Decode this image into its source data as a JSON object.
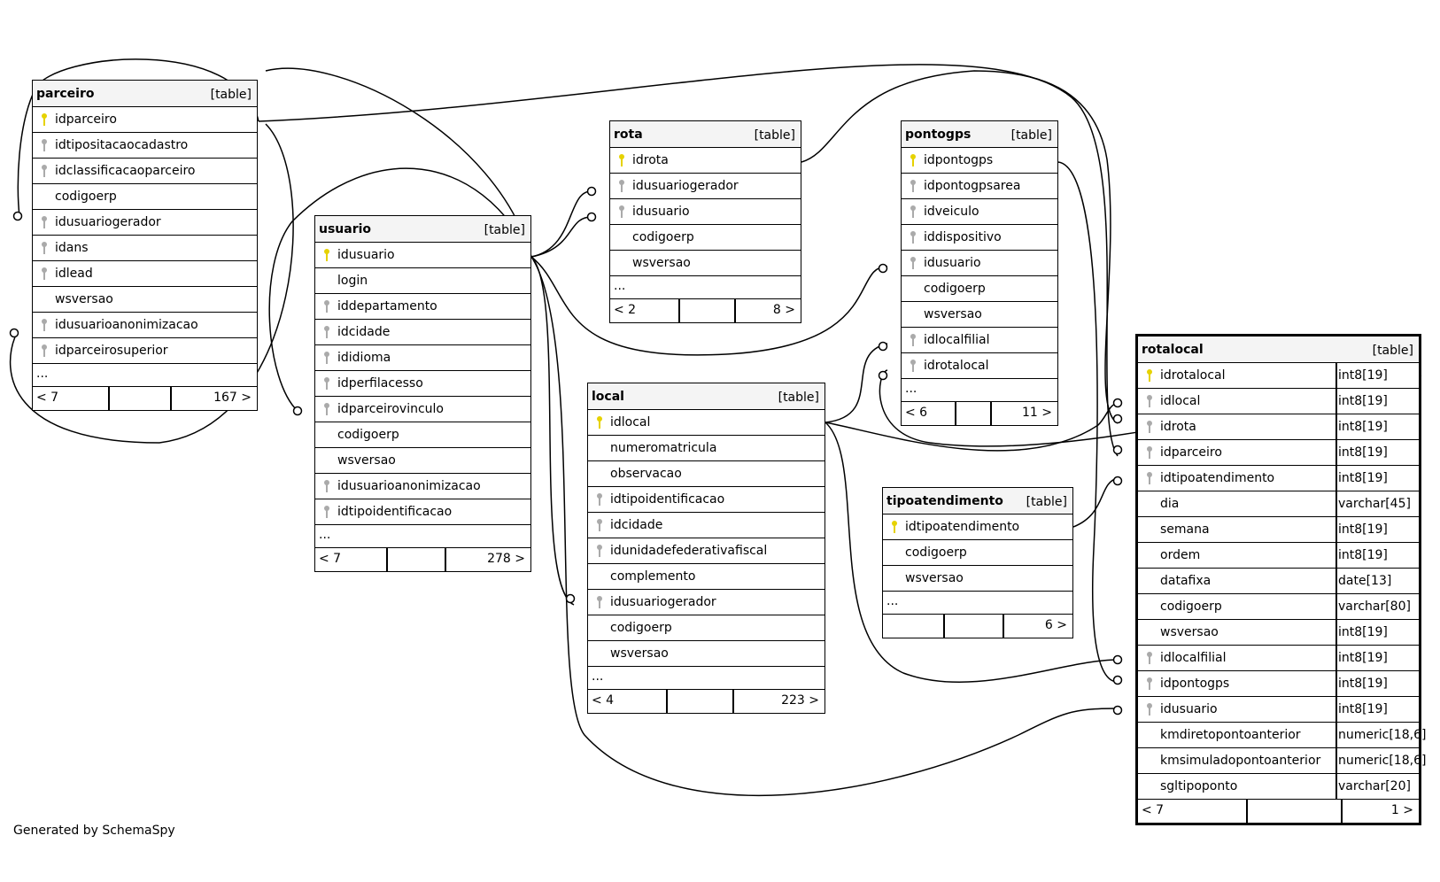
{
  "footer_text": "Generated by SchemaSpy",
  "tables": [
    {
      "id": "parceiro",
      "name": "parceiro",
      "type_label": "[table]",
      "columns": [
        {
          "name": "idparceiro",
          "key": "pk"
        },
        {
          "name": "idtipositacaocadastro_",
          "key": "fk"
        },
        {
          "name": "idclassificacaoparceiro",
          "key": "fk"
        },
        {
          "name": "codigoerp",
          "key": ""
        },
        {
          "name": "idusuariogerador",
          "key": "fk"
        },
        {
          "name": "idans",
          "key": "fk"
        },
        {
          "name": "idlead",
          "key": "fk"
        },
        {
          "name": "wsversao",
          "key": ""
        },
        {
          "name": "idusuarioanonimizacao",
          "key": "fk"
        },
        {
          "name": "idparceirosuperior",
          "key": "fk"
        }
      ],
      "ellipsis": "...",
      "footer": {
        "left": "< 7",
        "right": "167 >"
      }
    },
    {
      "id": "usuario",
      "name": "usuario",
      "type_label": "[table]",
      "columns": [
        {
          "name": "idusuario",
          "key": "pk"
        },
        {
          "name": "login",
          "key": ""
        },
        {
          "name": "iddepartamento",
          "key": "fk"
        },
        {
          "name": "idcidade",
          "key": "fk"
        },
        {
          "name": "ididioma",
          "key": "fk"
        },
        {
          "name": "idperfilacesso",
          "key": "fk"
        },
        {
          "name": "idparceirovinculo",
          "key": "fk"
        },
        {
          "name": "codigoerp",
          "key": ""
        },
        {
          "name": "wsversao",
          "key": ""
        },
        {
          "name": "idusuarioanonimizacao",
          "key": "fk"
        },
        {
          "name": "idtipoidentificacao",
          "key": "fk"
        }
      ],
      "ellipsis": "...",
      "footer": {
        "left": "< 7",
        "right": "278 >"
      }
    },
    {
      "id": "rota",
      "name": "rota",
      "type_label": "[table]",
      "columns": [
        {
          "name": "idrota",
          "key": "pk"
        },
        {
          "name": "idusuariogerador",
          "key": "fk"
        },
        {
          "name": "idusuario",
          "key": "fk"
        },
        {
          "name": "codigoerp",
          "key": ""
        },
        {
          "name": "wsversao",
          "key": ""
        }
      ],
      "ellipsis": "...",
      "footer": {
        "left": "< 2",
        "right": "8 >"
      }
    },
    {
      "id": "pontogps",
      "name": "pontogps",
      "type_label": "[table]",
      "columns": [
        {
          "name": "idpontogps",
          "key": "pk"
        },
        {
          "name": "idpontogpsarea",
          "key": "fk"
        },
        {
          "name": "idveiculo",
          "key": "fk"
        },
        {
          "name": "iddispositivo",
          "key": "fk"
        },
        {
          "name": "idusuario",
          "key": "fk"
        },
        {
          "name": "codigoerp",
          "key": ""
        },
        {
          "name": "wsversao",
          "key": ""
        },
        {
          "name": "idlocalfilial",
          "key": "fk"
        },
        {
          "name": "idrotalocal",
          "key": "fk"
        }
      ],
      "ellipsis": "...",
      "footer": {
        "left": "< 6",
        "right": "11 >"
      }
    },
    {
      "id": "local",
      "name": "local",
      "type_label": "[table]",
      "columns": [
        {
          "name": "idlocal",
          "key": "pk"
        },
        {
          "name": "numeromatricula",
          "key": ""
        },
        {
          "name": "observacao",
          "key": ""
        },
        {
          "name": "idtipoidentificacao",
          "key": "fk"
        },
        {
          "name": "idcidade",
          "key": "fk"
        },
        {
          "name": "idunidadefederativafiscal",
          "key": "fk"
        },
        {
          "name": "complemento",
          "key": ""
        },
        {
          "name": "idusuariogerador",
          "key": "fk"
        },
        {
          "name": "codigoerp",
          "key": ""
        },
        {
          "name": "wsversao",
          "key": ""
        }
      ],
      "ellipsis": "...",
      "footer": {
        "left": "< 4",
        "right": "223 >"
      }
    },
    {
      "id": "tipoatendimento",
      "name": "tipoatendimento",
      "type_label": "[table]",
      "columns": [
        {
          "name": "idtipoatendimento",
          "key": "pk"
        },
        {
          "name": "codigoerp",
          "key": ""
        },
        {
          "name": "wsversao",
          "key": ""
        }
      ],
      "ellipsis": "...",
      "footer": {
        "left": "",
        "right": "6 >"
      }
    },
    {
      "id": "rotalocal",
      "name": "rotalocal",
      "type_label": "[table]",
      "columns": [
        {
          "name": "idrotalocal",
          "key": "pk",
          "type": "int8[19]"
        },
        {
          "name": "idlocal",
          "key": "fk",
          "type": "int8[19]"
        },
        {
          "name": "idrota",
          "key": "fk",
          "type": "int8[19]"
        },
        {
          "name": "idparceiro",
          "key": "fk",
          "type": "int8[19]"
        },
        {
          "name": "idtipoatendimento",
          "key": "fk",
          "type": "int8[19]"
        },
        {
          "name": "dia",
          "key": "",
          "type": "varchar[45]"
        },
        {
          "name": "semana",
          "key": "",
          "type": "int8[19]"
        },
        {
          "name": "ordem",
          "key": "",
          "type": "int8[19]"
        },
        {
          "name": "datafixa",
          "key": "",
          "type": "date[13]"
        },
        {
          "name": "codigoerp",
          "key": "",
          "type": "varchar[80]"
        },
        {
          "name": "wsversao",
          "key": "",
          "type": "int8[19]"
        },
        {
          "name": "idlocalfilial",
          "key": "fk",
          "type": "int8[19]"
        },
        {
          "name": "idpontogps",
          "key": "fk",
          "type": "int8[19]"
        },
        {
          "name": "idusuario",
          "key": "fk",
          "type": "int8[19]"
        },
        {
          "name": "kmdiretopontoanterior",
          "key": "",
          "type": "numeric[18,6]"
        },
        {
          "name": "kmsimuladopontoanterior",
          "key": "",
          "type": "numeric[18,6]"
        },
        {
          "name": "sgltipoponto",
          "key": "",
          "type": "varchar[20]"
        }
      ],
      "footer": {
        "left": "< 7",
        "right": "1 >"
      }
    }
  ]
}
